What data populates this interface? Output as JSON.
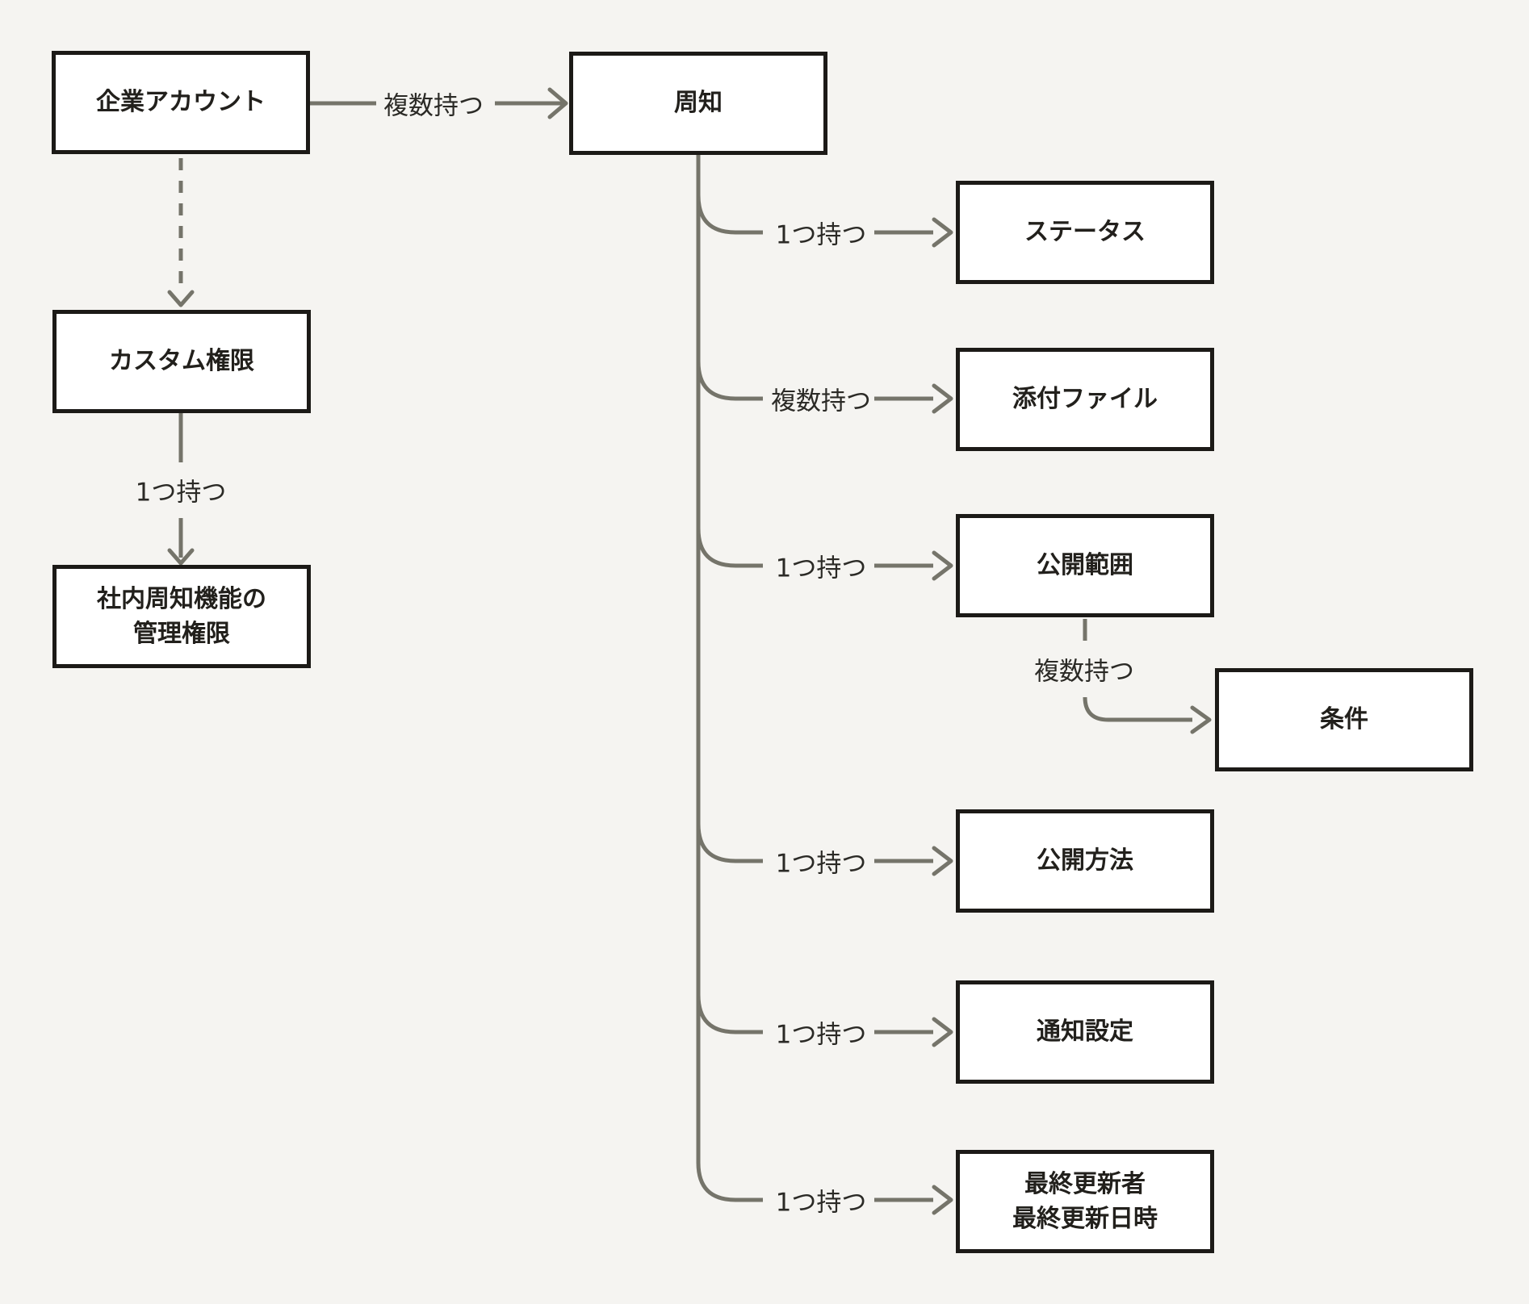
{
  "diagram": {
    "nodes": {
      "corporate_account": {
        "label": "企業アカウント"
      },
      "announcement": {
        "label": "周知"
      },
      "custom_permission": {
        "label": "カスタム権限"
      },
      "admin_permission": {
        "line1": "社内周知機能の",
        "line2": "管理権限"
      },
      "status": {
        "label": "ステータス"
      },
      "attachments": {
        "label": "添付ファイル"
      },
      "publication_scope": {
        "label": "公開範囲"
      },
      "conditions": {
        "label": "条件"
      },
      "publication_method": {
        "label": "公開方法"
      },
      "notification_settings": {
        "label": "通知設定"
      },
      "last_updated": {
        "line1": "最終更新者",
        "line2": "最終更新日時"
      }
    },
    "edges": {
      "corp_to_announcement": {
        "label": "複数持つ"
      },
      "corp_to_custom": {
        "label": ""
      },
      "custom_to_admin": {
        "label": "1つ持つ"
      },
      "announcement_to_status": {
        "label": "1つ持つ"
      },
      "announcement_to_attachments": {
        "label": "複数持つ"
      },
      "announcement_to_scope": {
        "label": "1つ持つ"
      },
      "scope_to_conditions": {
        "label": "複数持つ"
      },
      "announcement_to_method": {
        "label": "1つ持つ"
      },
      "announcement_to_notification": {
        "label": "1つ持つ"
      },
      "announcement_to_last_updated": {
        "label": "1つ持つ"
      }
    }
  },
  "colors": {
    "background": "#f5f4f1",
    "box_fill": "#ffffff",
    "box_border": "#1c1a17",
    "box_text": "#22201c",
    "line": "#75746a",
    "label_text": "#2b2a26"
  }
}
